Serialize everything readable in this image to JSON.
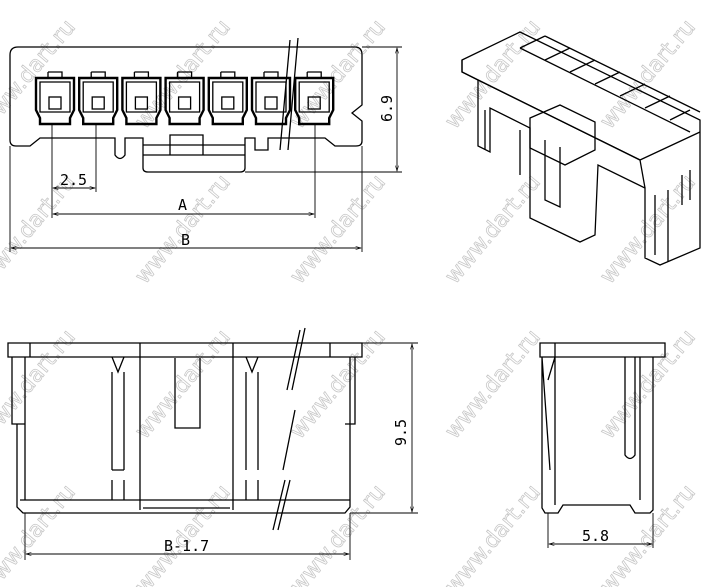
{
  "watermark": "www.dart.ru",
  "top_view": {
    "pitch_label": "2.5",
    "span_a_label": "A",
    "span_b_label": "B",
    "height_label": "6.9",
    "pin_count": 7
  },
  "front_view": {
    "width_label": "B-1.7",
    "height_label": "9.5"
  },
  "side_view": {
    "depth_label": "5.8"
  },
  "colors": {
    "line": "#000000",
    "background": "#ffffff",
    "watermark": "#c8c8c8"
  }
}
